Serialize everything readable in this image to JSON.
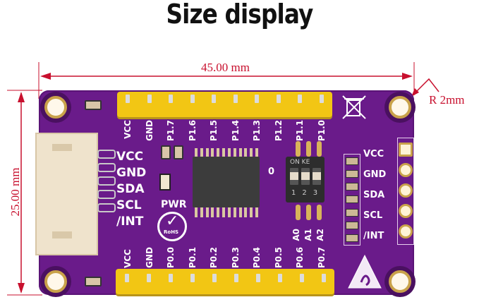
{
  "title": "Size display",
  "dimensions": {
    "width_label": "45.00 mm",
    "height_label": "25.00 mm",
    "corner_radius_label": "R 2mm",
    "line_color": "#c8102e"
  },
  "board": {
    "color": "#6a1b8a",
    "top_header_labels": [
      "VCC",
      "GND",
      "P1.7",
      "P1.6",
      "P1.5",
      "P1.4",
      "P1.3",
      "P1.2",
      "P1.1",
      "P1.0"
    ],
    "bottom_header_labels": [
      "VCC",
      "GND",
      "P0.0",
      "P0.1",
      "P0.2",
      "P0.3",
      "P0.4",
      "P0.5",
      "P0.6",
      "P0.7"
    ],
    "left_connector_labels": [
      "VCC",
      "GND",
      "SDA",
      "SCL",
      "/INT"
    ],
    "right_pad_labels": [
      "VCC",
      "GND",
      "SDA",
      "SCL",
      "/INT"
    ],
    "pwr_label": "PWR",
    "rohs_label": "RoHS",
    "dip_switch": {
      "top_label": "ON KE",
      "numbers": [
        "1",
        "2",
        "3"
      ],
      "address_labels": [
        "A0",
        "A1",
        "A2"
      ]
    },
    "misc_label": "0"
  }
}
